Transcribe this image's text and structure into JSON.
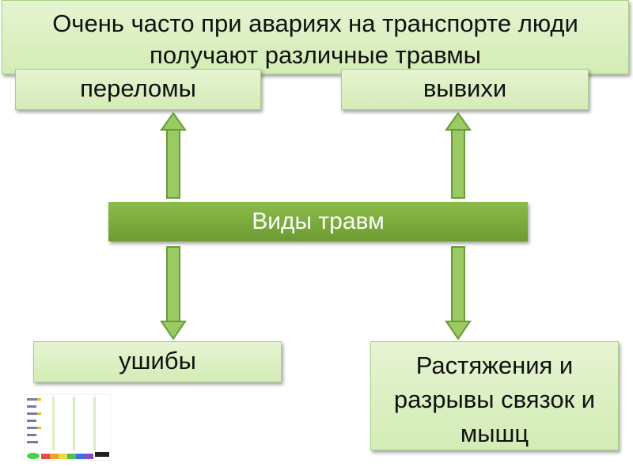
{
  "header": {
    "line1": "Очень часто при авариях на транспорте люди",
    "line2": "получают различные травмы"
  },
  "center": {
    "label": "Виды травм"
  },
  "boxes": {
    "top_left": "переломы",
    "top_right": "вывихи",
    "bottom_left": "ушибы",
    "bottom_right": {
      "line1": "Растяжения  и",
      "line2": "разрывы связок и",
      "line3": "мышц"
    }
  },
  "colors": {
    "box_fill": "#dcefc4",
    "box_border": "#a8cf86",
    "center_fill": "#7aab3e",
    "arrow_fill": "#9acb62",
    "arrow_stroke": "#6a9a3a"
  },
  "icons": {
    "arrow": "double-outline-arrow-icon"
  }
}
